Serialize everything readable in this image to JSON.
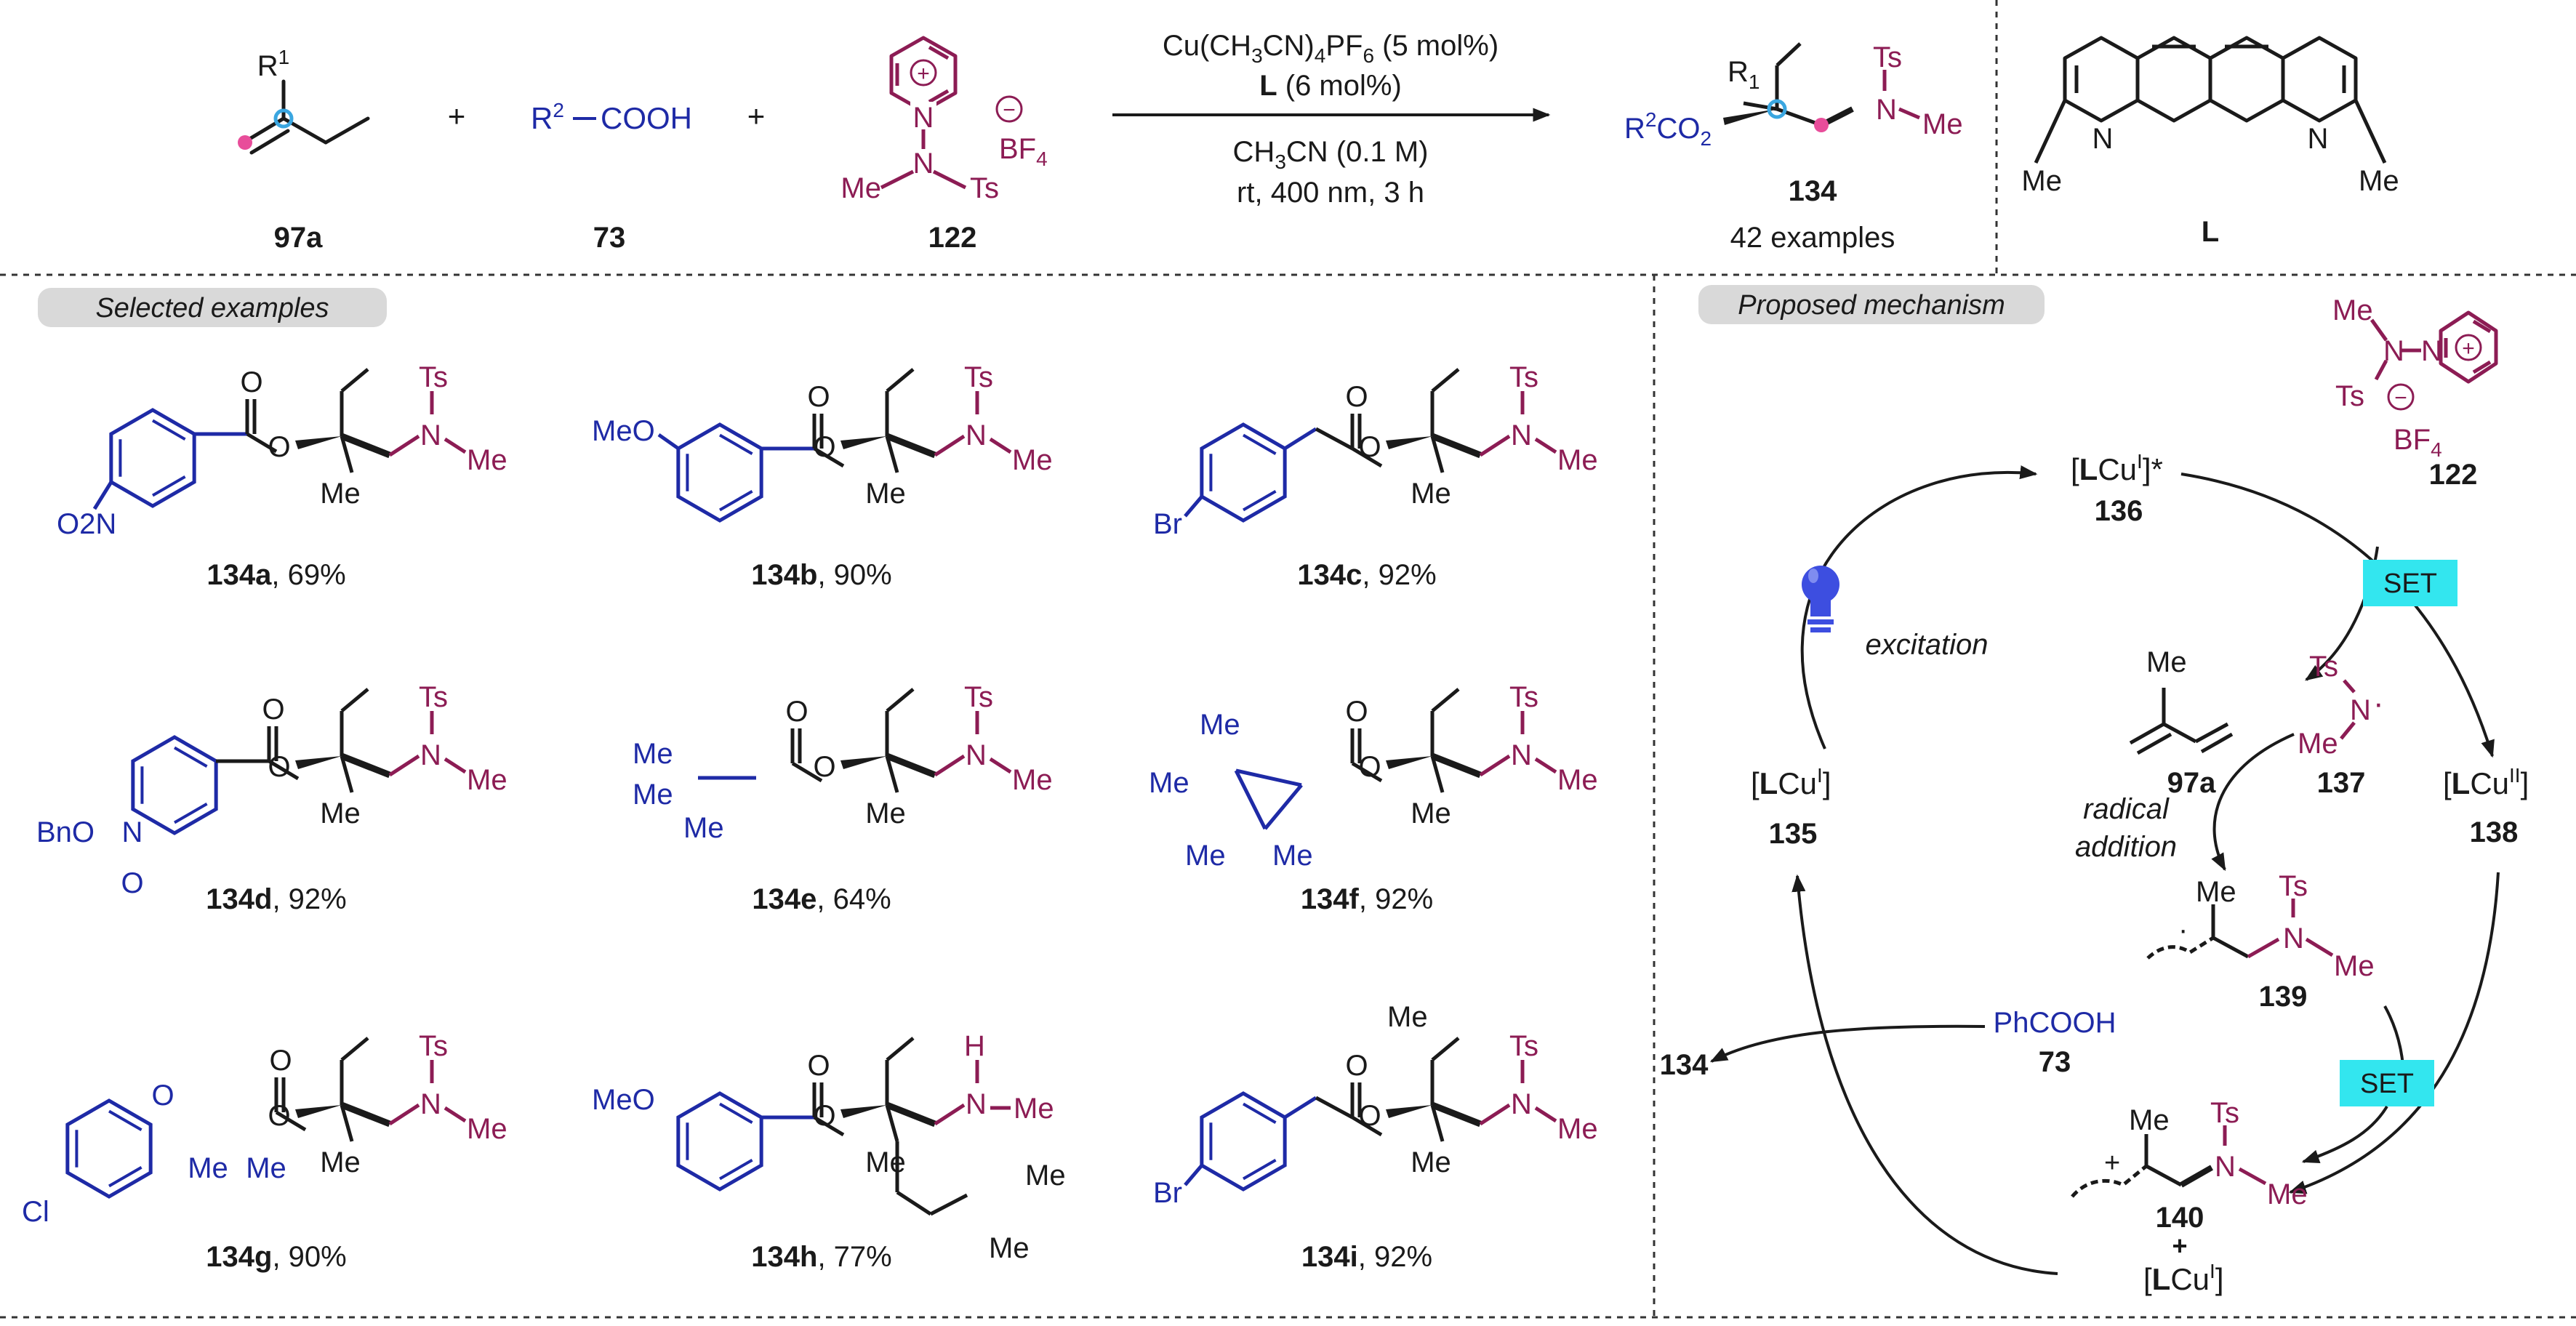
{
  "colors": {
    "black": "#1a1a1a",
    "blue": "#1e2aa6",
    "maroon": "#8c1c54",
    "pink": "#e84d9a",
    "cyan_dot": "#3aa6e0",
    "set_box": "#33e6ef",
    "pill": "#d9d9d9",
    "bulb": "#3d4ee0"
  },
  "icons": [
    "lightbulb-icon"
  ],
  "scheme": {
    "reactants": {
      "r1_label": "R",
      "r1_sup": "1",
      "acid_r": "R",
      "acid_sup": "2",
      "acid_rest": "COOH",
      "plus": "+",
      "pyridinium_n": "N",
      "pyridinium_charge": "+",
      "amine_n": "N",
      "me": "Me",
      "ts": "Ts",
      "bf4_minus": "−",
      "bf4_main": "BF",
      "bf4_sub": "4"
    },
    "labels": {
      "diene": "97a",
      "acid": "73",
      "reagent": "122",
      "product": "134",
      "ligand": "L"
    },
    "conditions": {
      "line1_main": "Cu(CH",
      "line1_sub1": "3",
      "line1_mid": "CN)",
      "line1_sub2": "4",
      "line1_pf": "PF",
      "line1_sub3": "6",
      "line1_end": " (5 mol%)",
      "line2_bold": "L",
      "line2_end": " (6 mol%)",
      "line3_main": "CH",
      "line3_sub": "3",
      "line3_end": "CN (0.1 M)",
      "line4": "rt, 400 nm, 3 h"
    },
    "product": {
      "r1": "R",
      "r1_sub": "1",
      "ester_r": "R",
      "ester_sup": "2",
      "ester_co": "CO",
      "ester_sub": "2",
      "n": "N",
      "ts": "Ts",
      "me": "Me",
      "examples": "42 examples"
    },
    "ligand": {
      "n": "N",
      "me": "Me"
    }
  },
  "examples": {
    "header": "Selected examples",
    "items": [
      {
        "id": "134a",
        "yield": ", 69%"
      },
      {
        "id": "134b",
        "yield": ", 90%"
      },
      {
        "id": "134c",
        "yield": ", 92%"
      },
      {
        "id": "134d",
        "yield": ", 92%"
      },
      {
        "id": "134e",
        "yield": ", 64%"
      },
      {
        "id": "134f",
        "yield": ", 92%"
      },
      {
        "id": "134g",
        "yield": ", 90%"
      },
      {
        "id": "134h",
        "yield": ", 77%"
      },
      {
        "id": "134i",
        "yield": ", 92%"
      }
    ],
    "atoms": {
      "o": "O",
      "n": "N",
      "ts": "Ts",
      "me": "Me",
      "h": "H",
      "o2n_main": "O",
      "o2n_sub": "2",
      "o2n_end": "N",
      "meo": "MeO",
      "br": "Br",
      "cl": "Cl",
      "bno": "BnO"
    }
  },
  "mechanism": {
    "header": "Proposed mechanism",
    "reagent": {
      "me": "Me",
      "n1": "N",
      "n2": "N",
      "plus": "+",
      "ts": "Ts",
      "minus": "−",
      "bf": "BF",
      "bf_sub": "4",
      "label": "122"
    },
    "cu_excited": {
      "open": "[",
      "bold": "L",
      "cu": "Cu",
      "sup": "I",
      "close": "]*",
      "label": "136"
    },
    "cu_ground": {
      "open": "[",
      "bold": "L",
      "cu": "Cu",
      "sup": "I",
      "close": "]",
      "label": "135"
    },
    "cu_ii": {
      "open": "[",
      "bold": "L",
      "cu": "Cu",
      "sup": "II",
      "close": "]",
      "label": "138"
    },
    "set": "SET",
    "excitation": "excitation",
    "radical_n": {
      "ts": "Ts",
      "n": "N",
      "dot": "·",
      "me": "Me",
      "label": "137"
    },
    "diene": {
      "me": "Me",
      "label": "97a"
    },
    "radical_addition_1": "radical",
    "radical_addition_2": "addition",
    "radical_intermediate": {
      "me": "Me",
      "ts": "Ts",
      "n": "N",
      "dot": "·",
      "label": "139"
    },
    "acid": {
      "name": "PhCOOH",
      "label": "73"
    },
    "product": "134",
    "cation": {
      "me": "Me",
      "ts": "Ts",
      "n": "N",
      "plus": "+",
      "label": "140",
      "plus2": "+"
    },
    "cu_bottom": {
      "open": "[",
      "bold": "L",
      "cu": "Cu",
      "sup": "I",
      "close": "]"
    }
  }
}
